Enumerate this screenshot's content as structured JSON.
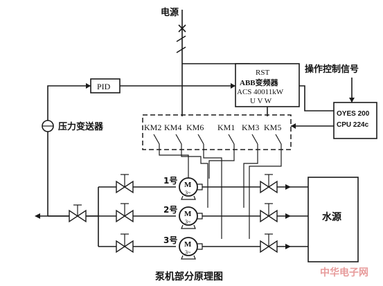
{
  "power_label": "电源",
  "inverter": {
    "line1": "RST",
    "line2": "ABB变频器",
    "line3": "ACS 40011kW",
    "line4": "U  V  W"
  },
  "operation_signal_label": "操作控制信号",
  "plc": {
    "line1": "OYES 200",
    "line2": "CPU 224c"
  },
  "pid_label": "PID",
  "pressure_transmitter_label": "压力变送器",
  "contactors": [
    "KM2",
    "KM4",
    "KM6",
    "KM1",
    "KM3",
    "KM5"
  ],
  "pumps": [
    {
      "number_label": "1号",
      "motor_symbol": "M",
      "motor_phase": "3~"
    },
    {
      "number_label": "2号",
      "motor_symbol": "M",
      "motor_phase": "3~"
    },
    {
      "number_label": "3号",
      "motor_symbol": "M",
      "motor_phase": "3~"
    }
  ],
  "water_source_label": "水源",
  "caption": "泵机部分原理图",
  "watermark": "中华电子网"
}
